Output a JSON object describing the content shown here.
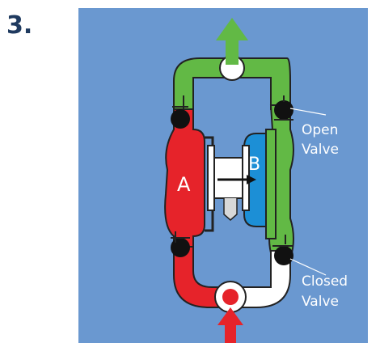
{
  "step": {
    "number": "3."
  },
  "chambers": {
    "left": "A",
    "right": "B"
  },
  "callouts": {
    "open_valve": {
      "line1": "Open",
      "line2": "Valve"
    },
    "closed_valve": {
      "line1": "Closed",
      "line2": "Valve"
    }
  },
  "colors": {
    "background": "#6a98d0",
    "discharge_green": "#62b945",
    "suction_red": "#e6232a",
    "chamber_b_blue": "#1c8fd6",
    "valve_black": "#111111",
    "callout_text": "#ffffff",
    "step_number": "#1f3a5f"
  },
  "icons": {
    "outlet": "up-arrow-icon",
    "inlet": "up-arrow-icon",
    "shaft": "right-arrow-icon"
  }
}
